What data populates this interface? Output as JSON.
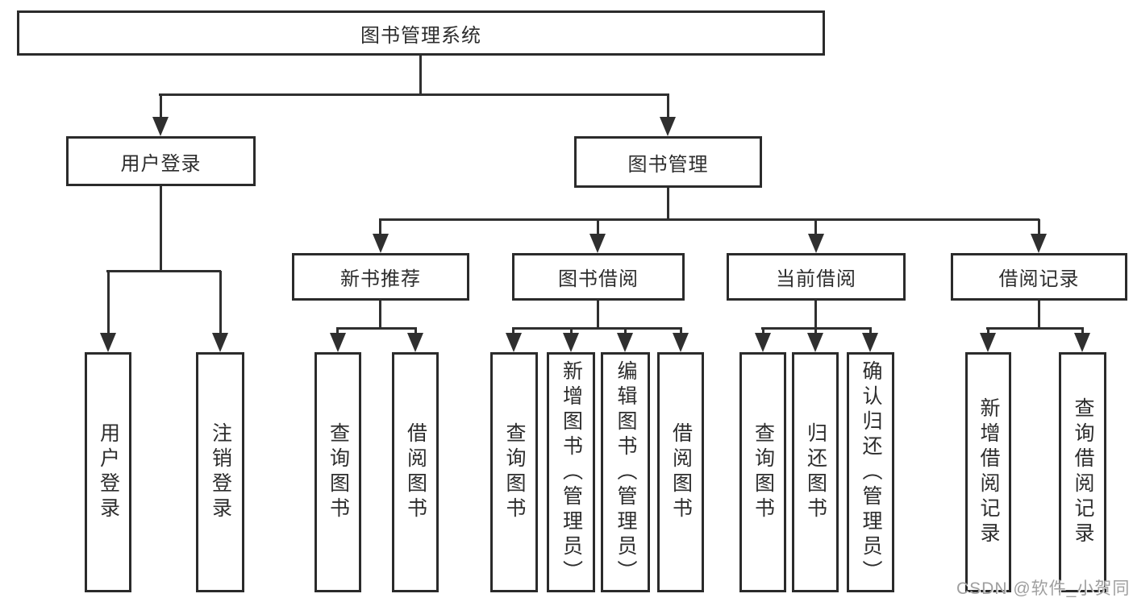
{
  "diagram_title": "图书管理系统",
  "colors": {
    "line": "#2f2f2f",
    "box_border": "#2b2b2b",
    "box_fill": "#ffffff",
    "text": "#2d2d2d",
    "watermark": "#9f9f9f"
  },
  "tree": {
    "root": {
      "label": "图书管理系统"
    },
    "branches": [
      {
        "label": "用户登录",
        "children": [
          {
            "label": "用户登录"
          },
          {
            "label": "注销登录"
          }
        ]
      },
      {
        "label": "图书管理",
        "children": [
          {
            "label": "新书推荐",
            "children": [
              {
                "label": "查询图书"
              },
              {
                "label": "借阅图书"
              }
            ]
          },
          {
            "label": "图书借阅",
            "children": [
              {
                "label": "查询图书"
              },
              {
                "label": "新增图书（管理员）"
              },
              {
                "label": "编辑图书（管理员）"
              },
              {
                "label": "借阅图书"
              }
            ]
          },
          {
            "label": "当前借阅",
            "children": [
              {
                "label": "查询图书"
              },
              {
                "label": "归还图书"
              },
              {
                "label": "确认归还（管理员）"
              }
            ]
          },
          {
            "label": "借阅记录",
            "children": [
              {
                "label": "新增借阅记录"
              },
              {
                "label": "查询借阅记录"
              }
            ]
          }
        ]
      }
    ]
  },
  "watermark": {
    "text": "CSDN @软件_小贺同学"
  }
}
